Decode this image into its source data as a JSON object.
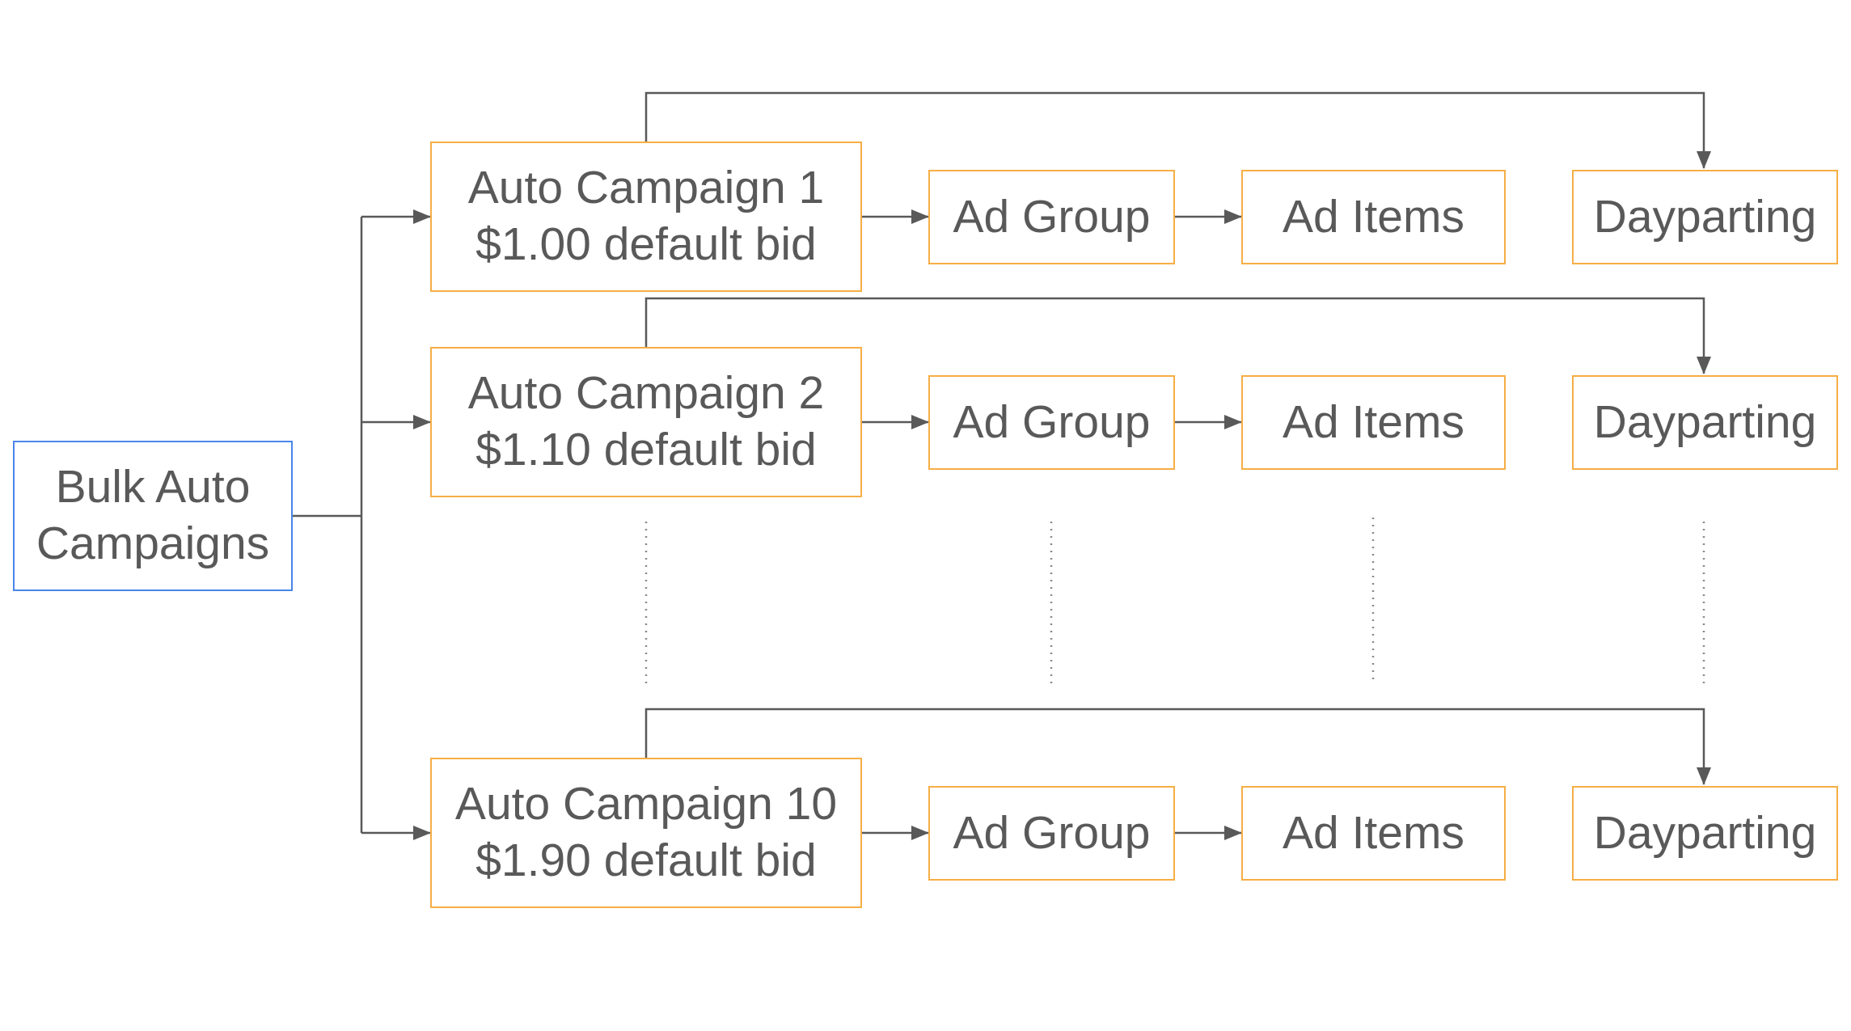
{
  "root": {
    "line1": "Bulk Auto",
    "line2": "Campaigns"
  },
  "rows": [
    {
      "campaign": "Auto Campaign 1",
      "bid": "$1.00 default bid",
      "ad_group": "Ad Group",
      "ad_items": "Ad Items",
      "dayparting": "Dayparting"
    },
    {
      "campaign": "Auto Campaign 2",
      "bid": "$1.10 default bid",
      "ad_group": "Ad Group",
      "ad_items": "Ad Items",
      "dayparting": "Dayparting"
    },
    {
      "campaign": "Auto Campaign 10",
      "bid": "$1.90 default bid",
      "ad_group": "Ad Group",
      "ad_items": "Ad Items",
      "dayparting": "Dayparting"
    }
  ],
  "colors": {
    "campaign_border": "#f6ae45",
    "root_border": "#4a86e8",
    "text": "#595959",
    "line": "#595959"
  }
}
